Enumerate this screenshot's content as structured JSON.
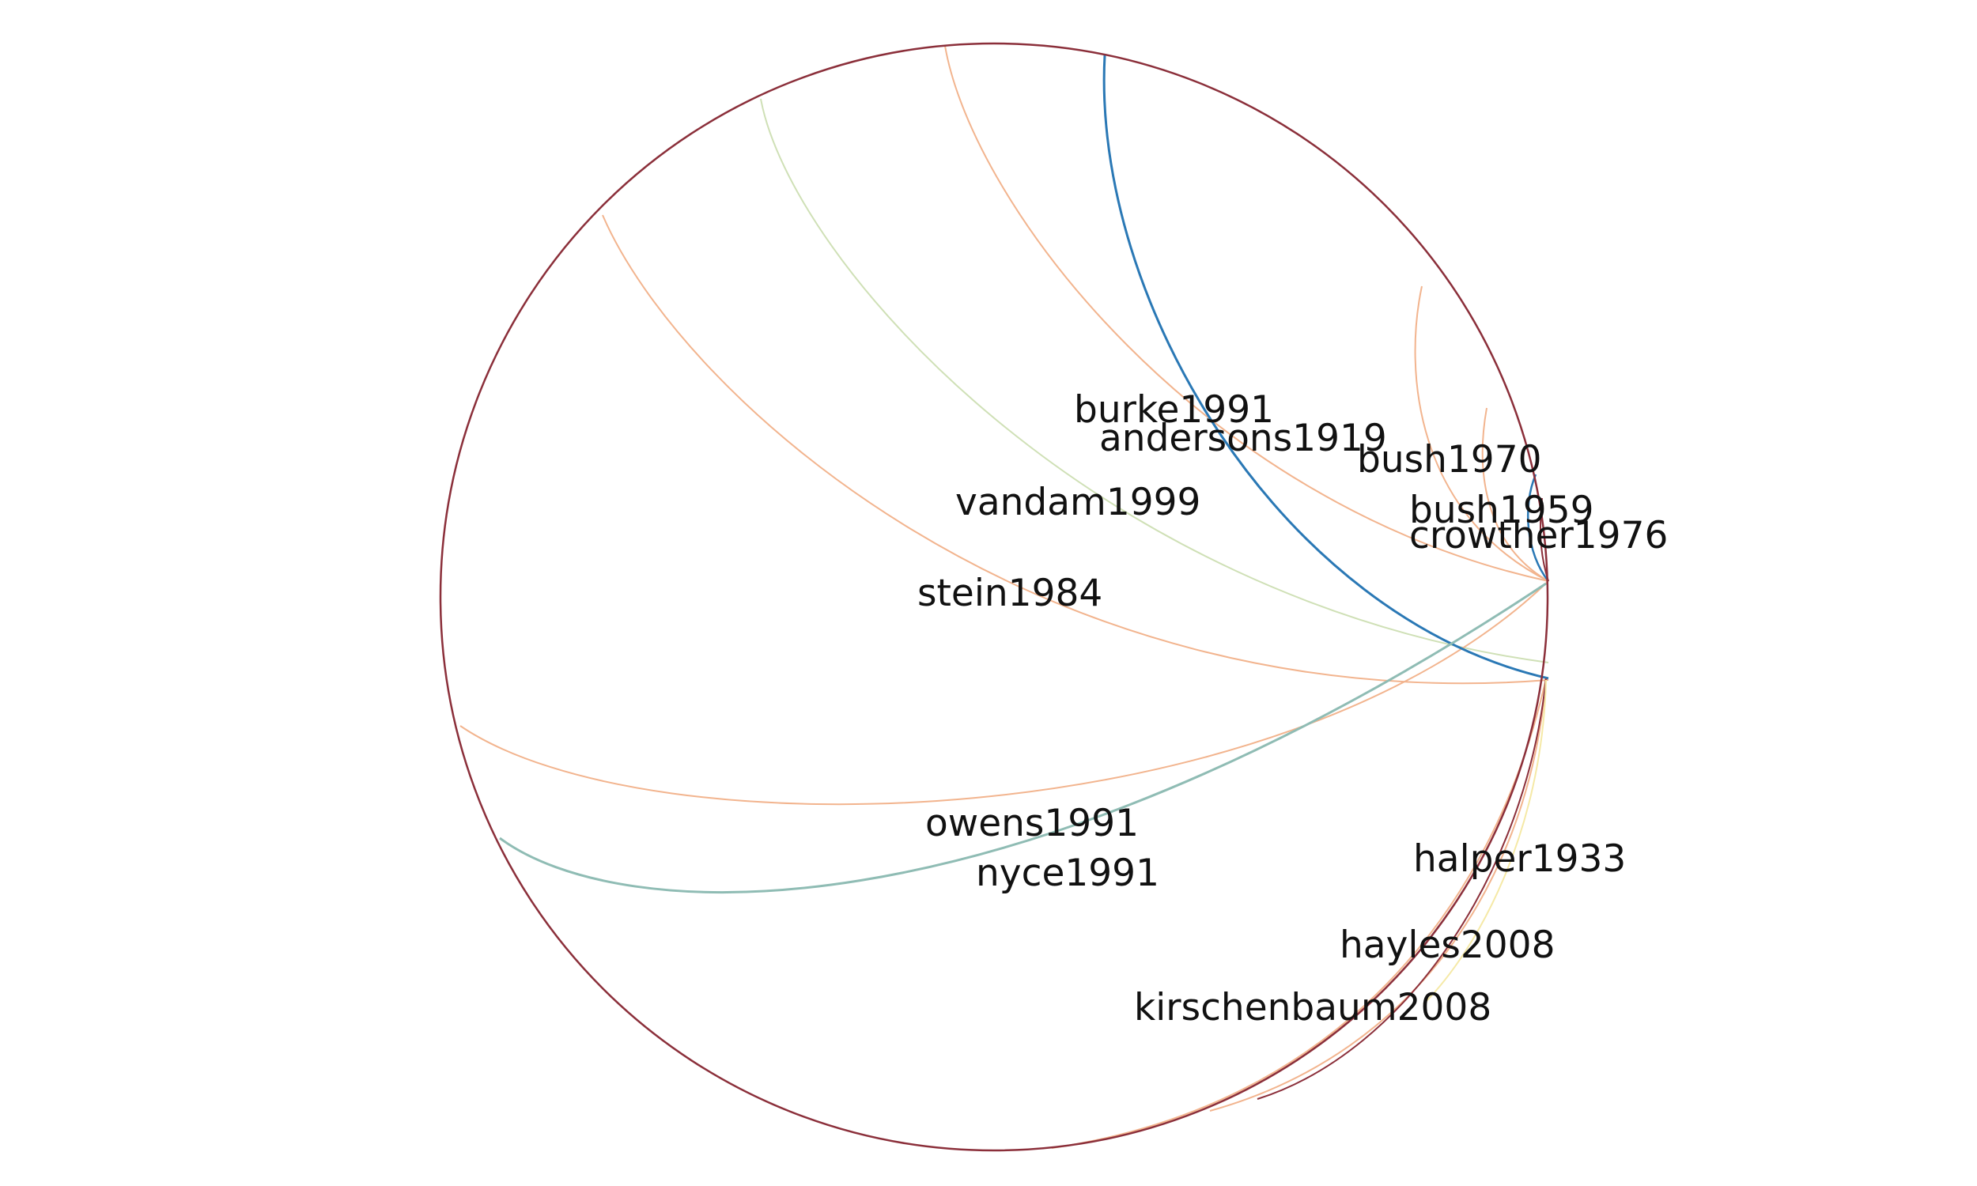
{
  "labels": [
    {
      "id": "burke1991",
      "text": "burke1991"
    },
    {
      "id": "andersons1919",
      "text": "andersons1919"
    },
    {
      "id": "bush1970",
      "text": "bush1970"
    },
    {
      "id": "vandam1999",
      "text": "vandam1999"
    },
    {
      "id": "bush1959",
      "text": "bush1959"
    },
    {
      "id": "crowther1976",
      "text": "crowther1976"
    },
    {
      "id": "stein1984",
      "text": "stein1984"
    },
    {
      "id": "owens1991",
      "text": "owens1991"
    },
    {
      "id": "nyce1991",
      "text": "nyce1991"
    },
    {
      "id": "halper1933",
      "text": "halper1933"
    },
    {
      "id": "hayles2008",
      "text": "hayles2008"
    },
    {
      "id": "kirschenbaum2008",
      "text": "kirschenbaum2008"
    }
  ],
  "colors": {
    "circle": "#8b2f3a",
    "burke_link": "#2a78b5",
    "nyce_link": "#8fbcb4",
    "orange_link": "#f2b48e",
    "green_link": "#cfe0b6",
    "yellow_link": "#f5e9a6",
    "dark_red_link": "#8b2f3a"
  }
}
